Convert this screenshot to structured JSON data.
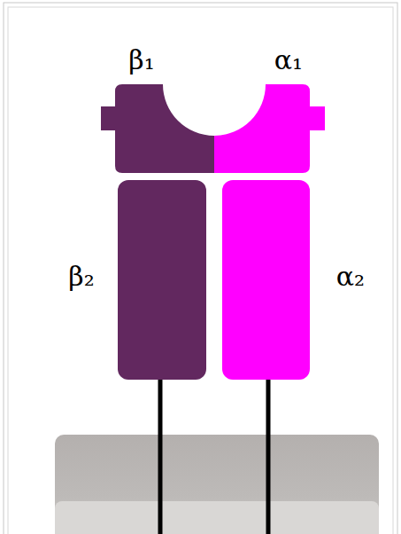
{
  "diagram": {
    "labels": [
      "β₁",
      "α₁",
      "β₂",
      "α₂"
    ]
  }
}
